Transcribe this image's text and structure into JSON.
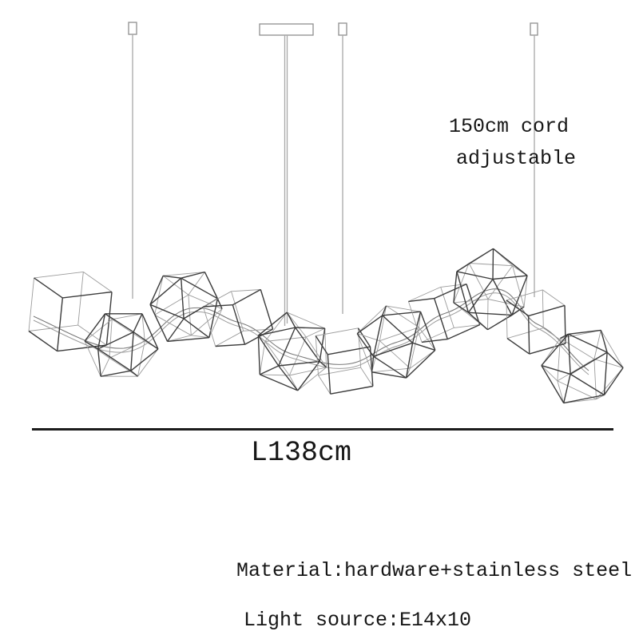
{
  "product_image": {
    "cord_note": {
      "line1": "150cm cord",
      "line2": "adjustable"
    },
    "dimension_label": "L138cm",
    "material_text": "Material:hardware+stainless steel",
    "light_source_text": "Light source:E14x10"
  },
  "colors": {
    "background": "#ffffff",
    "text": "#161616",
    "dimension_line": "#1c1c1c",
    "cord": "#a8a8a8",
    "hardware_outline": "#8f8f8f",
    "wire_dark": "#3c3c3c",
    "wire_light": "#9c9c9c",
    "cable": "#7a7a7a"
  }
}
